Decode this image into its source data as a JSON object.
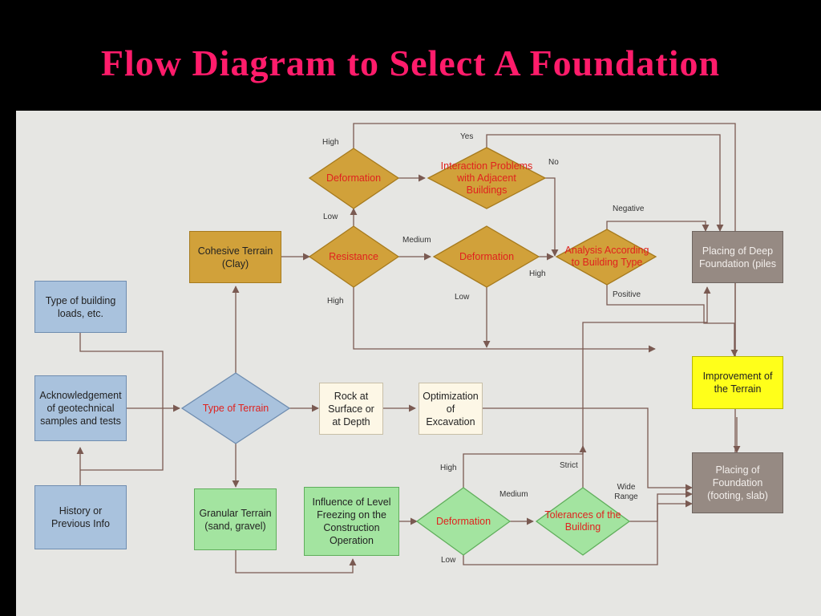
{
  "title": "Flow Diagram to Select A Foundation",
  "boxes": {
    "building_loads": "Type of building loads, etc.",
    "acknowledgement": "Acknowledgement of geotechnical samples and tests",
    "history": "History or Previous Info",
    "cohesive": "Cohesive Terrain (Clay)",
    "rock": "Rock at Surface or at Depth",
    "optimization": "Optimization of Excavation",
    "granular": "Granular Terrain (sand, gravel)",
    "influence": "Influence of Level Freezing on the Construction Operation",
    "deep_foundation": "Placing of Deep Foundation (piles",
    "improvement": "Improvement of the Terrain",
    "placing_foundation": "Placing of Foundation (footing, slab)"
  },
  "decisions": {
    "type_of_terrain": "Type of Terrain",
    "deformation_top": "Deformation",
    "interaction": "Interaction Problems with Adjacent Buildings",
    "resistance": "Resistance",
    "deformation_mid": "Deformation",
    "analysis": "Analysis According to Building Type",
    "deformation_bottom": "Deformation",
    "tolerances": "Tolerances of the Building"
  },
  "labels": {
    "high_top": "High",
    "low_top": "Low",
    "yes": "Yes",
    "no": "No",
    "medium_mid": "Medium",
    "negative": "Negative",
    "high_mid": "High",
    "positive": "Positive",
    "high_left": "High",
    "low_mid": "Low",
    "high_bottom": "High",
    "medium_bottom": "Medium",
    "strict": "Strict",
    "wide_range": "Wide Range",
    "low_bottom": "Low"
  },
  "colors": {
    "title": "#ff1c6b",
    "decision_gold": "#d1a13a",
    "decision_blue": "#a9c2dd",
    "decision_green": "#a3e4a0",
    "decision_text": "#e0221e",
    "connector": "#7a5a52"
  }
}
